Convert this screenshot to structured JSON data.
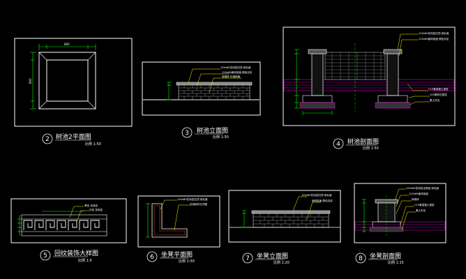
{
  "colors": {
    "background": "#000000",
    "frame": "#ffffff",
    "dimension": "#00ff00",
    "leader": "#ffff00",
    "hatch": "#ff00ff",
    "object": "#ffffff",
    "brick": "#d8d8d8"
  },
  "drawings": [
    {
      "number": "2",
      "title": "树池2平面图",
      "scale": "比例 1:50"
    },
    {
      "number": "3",
      "title": "树池立面图",
      "scale": "比例 1:50"
    },
    {
      "number": "4",
      "title": "树池剖面图",
      "scale": "比例 1:50"
    },
    {
      "number": "5",
      "title": "回纹装饰大样图",
      "scale": "比例 1:5"
    },
    {
      "number": "6",
      "title": "坐凳平面图",
      "scale": "比例 1:50"
    },
    {
      "number": "7",
      "title": "坐凳立面图",
      "scale": "比例 1:20"
    },
    {
      "number": "8",
      "title": "坐凳剖面图",
      "scale": "比例 1:15"
    }
  ],
  "dims": {
    "plan2_top": "800",
    "plan2_left": "800"
  },
  "annotations": {
    "d3": [
      "100x60花岗岩压顶 烧毛面",
      "120x60面砖贴面 颜色另定",
      "砖砌体 外侧粉刷"
    ],
    "d4_top": [
      "100x60花岗岩压顶 烧毛面",
      "120x60面砖贴面 颜色另定"
    ],
    "d4_right": [
      "C15素混凝土垫层",
      "100厚碎石垫层",
      "素土夯实"
    ],
    "d5": [
      "黑色 花岗岩",
      "白色 花岗岩"
    ],
    "d6": [
      "150x60花岗岩压顶 烧毛面",
      "坐凳面材见详图"
    ],
    "d7": [
      "150x60花岗岩压顶 烧毛面",
      "面砖贴面 颜色另定"
    ],
    "d8": [
      "150x60花岗岩坐凳面 烧毛面",
      "120x60面砖贴面",
      "砖砌体",
      "C15素混凝土垫层",
      "素土夯实"
    ]
  }
}
